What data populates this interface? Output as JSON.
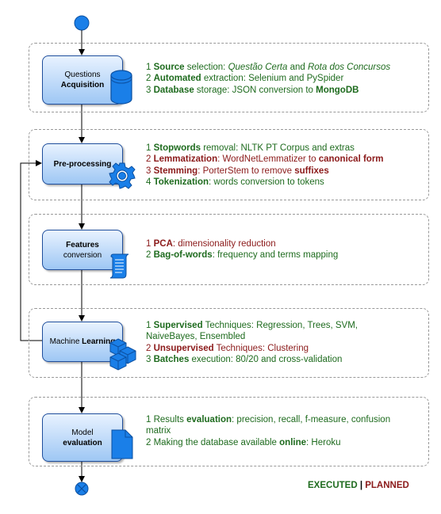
{
  "stages": [
    {
      "node": {
        "line1": "Questions",
        "line2": "Acquisition"
      },
      "icon": "database-icon",
      "items": [
        {
          "status": "executed",
          "parts": [
            [
              "1 ",
              ""
            ],
            [
              "Source",
              "b"
            ],
            [
              " selection: ",
              ""
            ],
            [
              "Questão Certa",
              "i"
            ],
            [
              " and ",
              ""
            ],
            [
              "Rota dos Concursos",
              "i"
            ]
          ]
        },
        {
          "status": "executed",
          "parts": [
            [
              "2 ",
              ""
            ],
            [
              "Automated",
              "b"
            ],
            [
              " extraction: Selenium and PySpider",
              ""
            ]
          ]
        },
        {
          "status": "executed",
          "parts": [
            [
              "3 ",
              ""
            ],
            [
              "Database",
              "b"
            ],
            [
              " storage: JSON conversion to ",
              ""
            ],
            [
              "MongoDB",
              "b"
            ]
          ]
        }
      ]
    },
    {
      "node": {
        "line1": "Pre-processing",
        "line2": ""
      },
      "icon": "gear-icon",
      "items": [
        {
          "status": "executed",
          "parts": [
            [
              "1 ",
              ""
            ],
            [
              "Stopwords",
              "b"
            ],
            [
              " removal: NLTK PT Corpus and extras",
              ""
            ]
          ]
        },
        {
          "status": "planned",
          "parts": [
            [
              "2 ",
              ""
            ],
            [
              "Lemmatization",
              "b"
            ],
            [
              ": WordNetLemmatizer to ",
              ""
            ],
            [
              "canonical form",
              "b"
            ]
          ]
        },
        {
          "status": "planned",
          "parts": [
            [
              "3 ",
              ""
            ],
            [
              "Stemming",
              "b"
            ],
            [
              ": PorterStem to remove ",
              ""
            ],
            [
              "suffixes",
              "b"
            ]
          ]
        },
        {
          "status": "executed",
          "parts": [
            [
              "4 ",
              ""
            ],
            [
              "Tokenization",
              "b"
            ],
            [
              ": words conversion to tokens",
              ""
            ]
          ]
        }
      ]
    },
    {
      "node": {
        "line1": "Features",
        "line2": "conversion"
      },
      "icon": "document-scroll-icon",
      "items": [
        {
          "status": "planned",
          "parts": [
            [
              "1 ",
              ""
            ],
            [
              "PCA",
              "b"
            ],
            [
              ": dimensionality reduction",
              ""
            ]
          ]
        },
        {
          "status": "executed",
          "parts": [
            [
              "2 ",
              ""
            ],
            [
              "Bag-of-words",
              "b"
            ],
            [
              ": frequency and terms mapping",
              ""
            ]
          ]
        }
      ]
    },
    {
      "node": {
        "line1": "Machine",
        "line2": "Learning"
      },
      "icon": "cubes-icon",
      "items": [
        {
          "status": "executed",
          "parts": [
            [
              "1 ",
              ""
            ],
            [
              "Supervised",
              "b"
            ],
            [
              " Techniques: Regression, Trees, SVM, NaiveBayes, Ensembled",
              ""
            ]
          ]
        },
        {
          "status": "planned",
          "parts": [
            [
              "2 ",
              ""
            ],
            [
              "Unsupervised",
              "b"
            ],
            [
              " Techniques: Clustering",
              ""
            ]
          ]
        },
        {
          "status": "executed",
          "parts": [
            [
              "3 ",
              ""
            ],
            [
              "Batches",
              "b"
            ],
            [
              " execution: 80/20 and cross-validation",
              ""
            ]
          ]
        }
      ]
    },
    {
      "node": {
        "line1": "Model",
        "line2": "evaluation"
      },
      "icon": "document-icon",
      "items": [
        {
          "status": "executed",
          "parts": [
            [
              "1 Results ",
              ""
            ],
            [
              "evaluation",
              "b"
            ],
            [
              ": precision, recall, f-measure, confusion matrix",
              ""
            ]
          ]
        },
        {
          "status": "executed",
          "parts": [
            [
              "2 Making the database available ",
              ""
            ],
            [
              "online",
              "b"
            ],
            [
              ": Heroku",
              ""
            ]
          ]
        }
      ]
    }
  ],
  "legend": {
    "executed": "EXECUTED",
    "separator": " | ",
    "planned": "PLANNED"
  },
  "colors": {
    "executed": "#1e6b1e",
    "planned": "#8b1a1a",
    "node_fill": "#9ec7f4",
    "node_border": "#1f4e9c",
    "icon_fill": "#1a7fe8"
  }
}
